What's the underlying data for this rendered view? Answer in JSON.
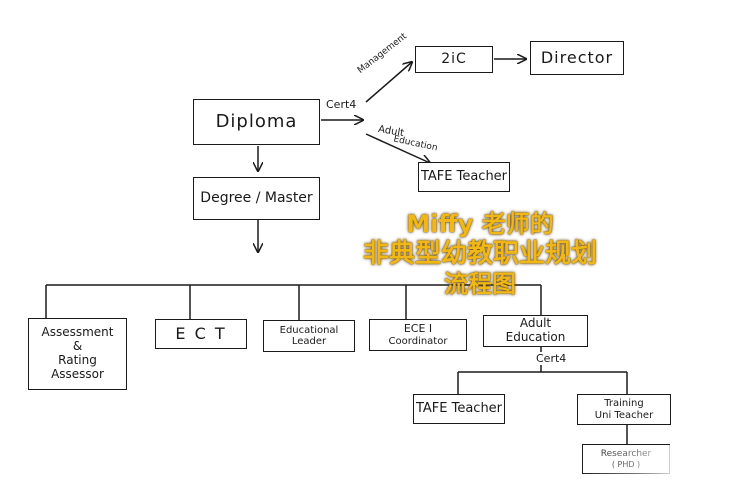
{
  "nodes": {
    "diploma": "Diploma",
    "two_ic": "2iC",
    "director": "Director",
    "tafe_teacher_top": "TAFE Teacher",
    "degree_master": "Degree / Master",
    "assessment": [
      "Assessment",
      "&",
      "Rating",
      "Assessor"
    ],
    "ect": "E C T",
    "educational_leader": [
      "Educational",
      "Leader"
    ],
    "ecei_coordinator": [
      "ECE I",
      "Coordinator"
    ],
    "adult_education": [
      "Adult",
      "Education"
    ],
    "tafe_teacher_bottom": "TAFE Teacher",
    "training_uni_teacher": [
      "Training",
      "Uni Teacher"
    ],
    "researcher": [
      "Researcher",
      "( PHD )"
    ]
  },
  "edge_labels": {
    "management": "Management",
    "cert4_top": "Cert4",
    "adult_education": [
      "Adult",
      "Education"
    ],
    "cert4_bottom": "Cert4"
  },
  "overlay_title": [
    "Miffy 老师的",
    "非典型幼教职业规划",
    "流程图"
  ],
  "colors": {
    "overlay_text": "#f0b716",
    "line": "#1a1a1a"
  }
}
